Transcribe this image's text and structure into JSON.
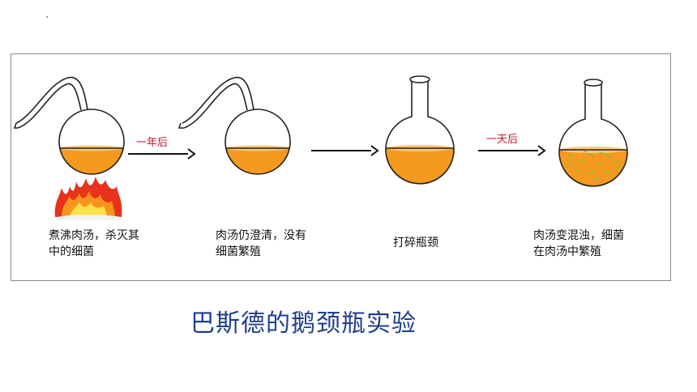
{
  "stages": [
    {
      "caption_line1": "煮沸肉汤，杀灭其",
      "caption_line2": "中的细菌"
    },
    {
      "caption_line1": "肉汤仍澄清，没有",
      "caption_line2": "细菌繁殖"
    },
    {
      "caption_line1": "打碎瓶颈",
      "caption_line2": ""
    },
    {
      "caption_line1": "肉汤变混浊，细菌",
      "caption_line2": "在肉汤中繁殖"
    }
  ],
  "arrows": [
    {
      "label": "一年后"
    },
    {
      "label": ""
    },
    {
      "label": "一天后"
    }
  ],
  "title": "巴斯德的鹅颈瓶实验",
  "colors": {
    "broth": "#f59a1e",
    "broth_surface": "#f9c67a",
    "arrow_label": "#c8102e",
    "title": "#1f3e8c",
    "bacteria": "#8bbf3c"
  },
  "icons": [
    "swan-neck-flask-icon",
    "flame-icon",
    "round-flask-icon",
    "arrow-right-icon"
  ]
}
